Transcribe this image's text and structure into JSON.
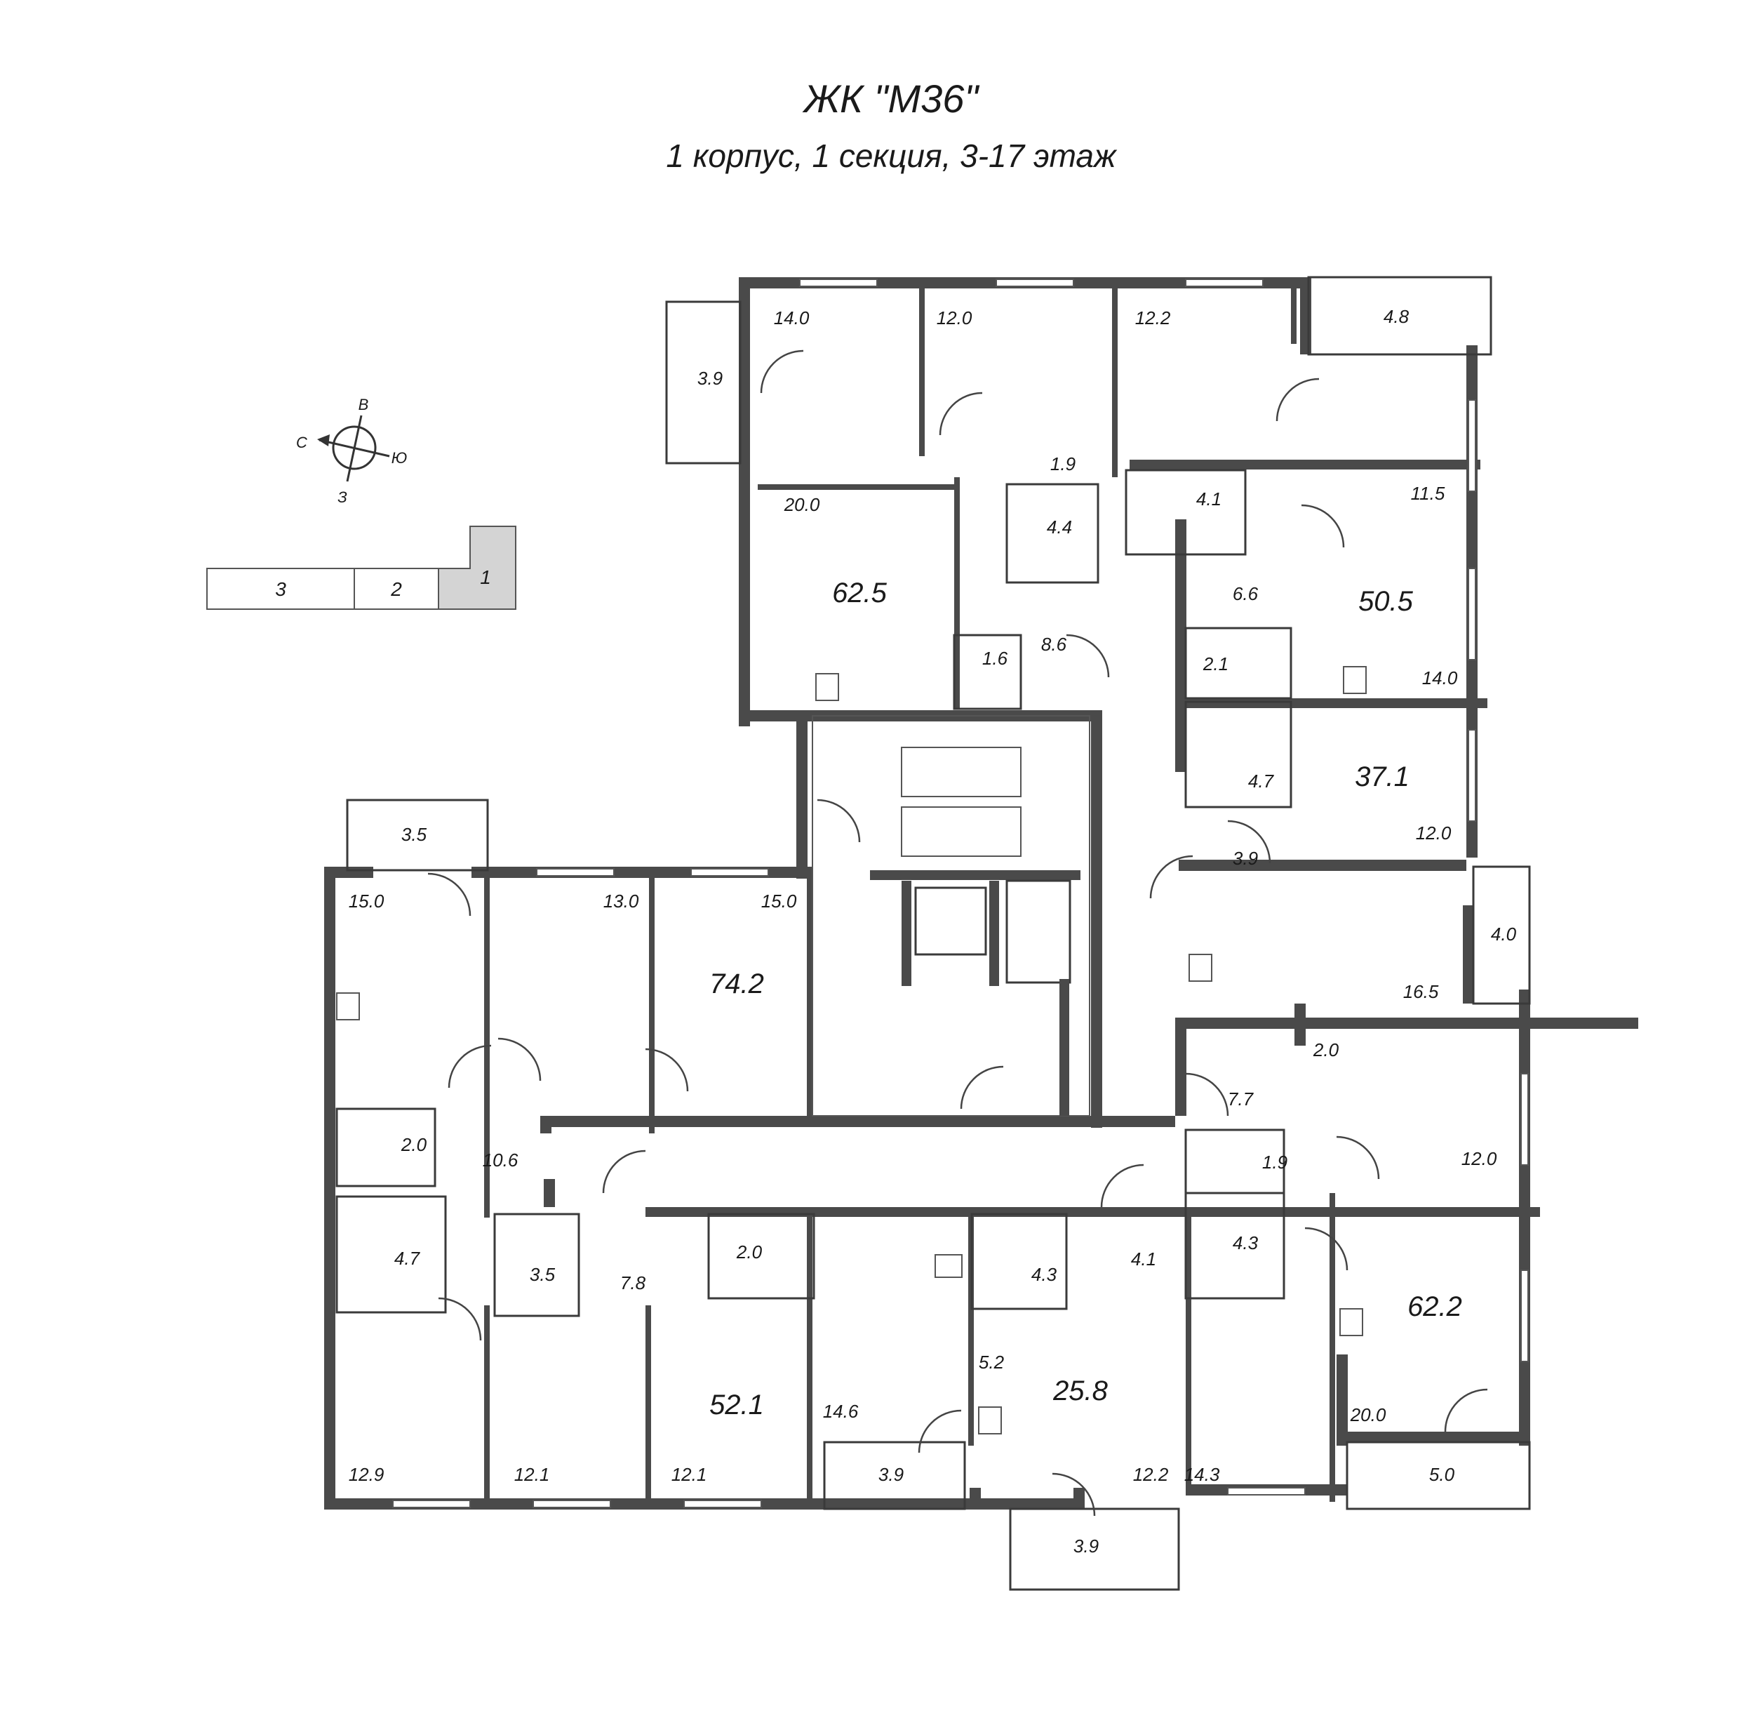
{
  "header": {
    "title": "ЖК \"М36\"",
    "subtitle": "1 корпус, 1 секция, 3-17 этаж"
  },
  "compass": {
    "north": "С",
    "east": "В",
    "south": "Ю",
    "west": "З"
  },
  "section_key": {
    "sections": [
      "3",
      "2",
      "1"
    ],
    "highlight": "1",
    "highlight_color": "#d4d4d4"
  },
  "apartments": [
    {
      "total": "62.5",
      "rooms": [
        "14.0",
        "12.0",
        "20.0",
        "3.9",
        "1.9",
        "4.4",
        "1.6",
        "8.6"
      ]
    },
    {
      "total": "50.5",
      "rooms": [
        "12.2",
        "4.8",
        "11.5",
        "4.1",
        "6.6",
        "2.1",
        "14.0"
      ]
    },
    {
      "total": "37.1",
      "rooms": [
        "4.7",
        "12.0",
        "3.9",
        "16.5",
        "4.0"
      ]
    },
    {
      "total": "74.2",
      "rooms": [
        "3.5",
        "15.0",
        "13.0",
        "15.0",
        "2.0",
        "10.6",
        "4.7",
        "12.9"
      ]
    },
    {
      "total": "52.1",
      "rooms": [
        "3.5",
        "7.8",
        "2.0",
        "12.1",
        "12.1",
        "14.6",
        "3.9"
      ]
    },
    {
      "total": "25.8",
      "rooms": [
        "4.3",
        "4.1",
        "5.2",
        "12.2",
        "3.9"
      ]
    },
    {
      "total": "62.2",
      "rooms": [
        "2.0",
        "7.7",
        "12.0",
        "1.9",
        "4.3",
        "14.3",
        "20.0",
        "5.0"
      ]
    }
  ],
  "colors": {
    "wall": "#4a4a4a",
    "line": "#3a3a3a",
    "text": "#1a1a1a"
  }
}
